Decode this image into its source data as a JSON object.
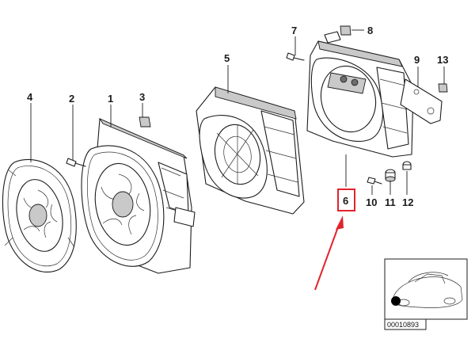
{
  "callouts": {
    "c1": "1",
    "c2": "2",
    "c3": "3",
    "c4": "4",
    "c5": "5",
    "c6": "6",
    "c7": "7",
    "c8": "8",
    "c9": "9",
    "c10": "10",
    "c11": "11",
    "c12": "12",
    "c13": "13"
  },
  "highlight": {
    "callout": "6",
    "color": "#e0242b"
  },
  "arrow": {
    "color": "#e0242b"
  },
  "inset": {
    "code": "00010893",
    "marker_color": "#000000"
  }
}
